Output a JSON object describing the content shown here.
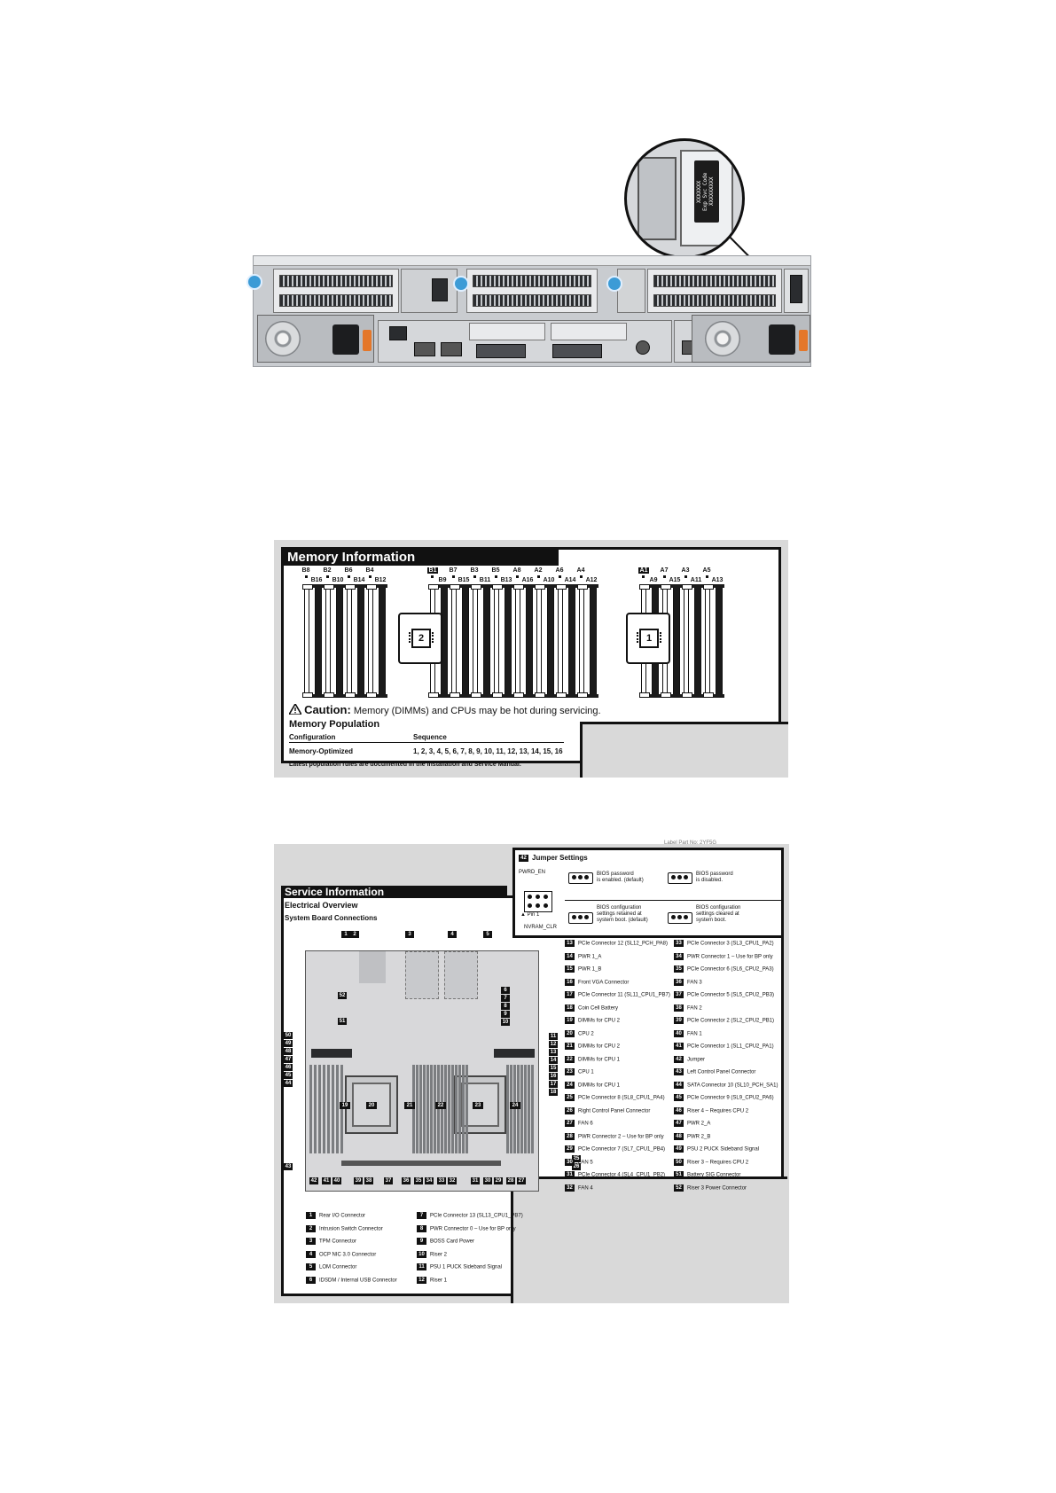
{
  "server_photo": {
    "service_tag_lines": [
      "XXXXXXX",
      "Exp Svc Code",
      "XXXXXXXXX"
    ]
  },
  "memory": {
    "title": "Memory Information",
    "cpu2_label": "2",
    "cpu1_label": "1",
    "slots_top": [
      {
        "label": "B8",
        "boxed": false
      },
      {
        "label": "B2",
        "boxed": false
      },
      {
        "label": "B6",
        "boxed": false
      },
      {
        "label": "B4",
        "boxed": false
      },
      {
        "label": "B1",
        "boxed": true
      },
      {
        "label": "B7",
        "boxed": false
      },
      {
        "label": "B3",
        "boxed": false
      },
      {
        "label": "B5",
        "boxed": false
      },
      {
        "label": "A8",
        "boxed": false
      },
      {
        "label": "A2",
        "boxed": false
      },
      {
        "label": "A6",
        "boxed": false
      },
      {
        "label": "A4",
        "boxed": false
      },
      {
        "label": "A1",
        "boxed": true
      },
      {
        "label": "A7",
        "boxed": false
      },
      {
        "label": "A3",
        "boxed": false
      },
      {
        "label": "A5",
        "boxed": false
      }
    ],
    "slots_bottom": [
      "B16",
      "B10",
      "B14",
      "B12",
      "B9",
      "B15",
      "B11",
      "B13",
      "A16",
      "A10",
      "A14",
      "A12",
      "A9",
      "A15",
      "A11",
      "A13"
    ],
    "caution_word": "Caution:",
    "caution_text": "Memory (DIMMs) and CPUs may be hot during servicing.",
    "population_heading": "Memory Population",
    "col_config": "Configuration",
    "col_sequence": "Sequence",
    "row_config": "Memory-Optimized",
    "row_sequence": "1, 2, 3, 4, 5, 6, 7, 8, 9, 10, 11, 12, 13, 14, 15, 16",
    "footer": "Latest population rules are documented in the Installation and Service Manual."
  },
  "service": {
    "title": "Service Information",
    "electrical": "Electrical Overview",
    "board_connections": "System Board Connections",
    "label_part_no": "Label Part No: 2YF5G",
    "jumper": {
      "number": "42",
      "title": "Jumper Settings",
      "pwrd_en": "PWRD_EN",
      "pin1": "Pin 1",
      "nvram": "NVRAM_CLR",
      "bios_pw_enabled_a": "BIOS password",
      "bios_pw_enabled_b": "is enabled. (default)",
      "bios_pw_disabled_a": "BIOS password",
      "bios_pw_disabled_b": "is disabled.",
      "bios_cfg_retained_a": "BIOS configuration",
      "bios_cfg_retained_b": "settings retained at",
      "bios_cfg_retained_c": "system boot. (default)",
      "bios_cfg_cleared_a": "BIOS configuration",
      "bios_cfg_cleared_b": "settings cleared at",
      "bios_cfg_cleared_c": "system boot."
    },
    "legend_col1": [
      {
        "n": "13",
        "t": "PCIe Connector 12 (SL12_PCH_PA8)"
      },
      {
        "n": "14",
        "t": "PWR 1_A"
      },
      {
        "n": "15",
        "t": "PWR 1_B"
      },
      {
        "n": "16",
        "t": "Front VGA Connector"
      },
      {
        "n": "17",
        "t": "PCIe Connector 11 (SL11_CPU1_PB7)"
      },
      {
        "n": "18",
        "t": "Coin Cell Battery"
      },
      {
        "n": "19",
        "t": "DIMMs for CPU 2"
      },
      {
        "n": "20",
        "t": "CPU 2"
      },
      {
        "n": "21",
        "t": "DIMMs for CPU 2"
      },
      {
        "n": "22",
        "t": "DIMMs for CPU 1"
      },
      {
        "n": "23",
        "t": "CPU 1"
      },
      {
        "n": "24",
        "t": "DIMMs for CPU 1"
      },
      {
        "n": "25",
        "t": "PCIe Connector 8 (SL8_CPU1_PA4)"
      },
      {
        "n": "26",
        "t": "Right Control Panel Connector"
      },
      {
        "n": "27",
        "t": "FAN 6"
      },
      {
        "n": "28",
        "t": "PWR Connector 2 – Use for BP only"
      },
      {
        "n": "29",
        "t": "PCIe Connector 7 (SL7_CPU1_PB4)"
      },
      {
        "n": "30",
        "t": "FAN 5"
      },
      {
        "n": "31",
        "t": "PCIe Connector 4 (SL4_CPU1_PB2)"
      },
      {
        "n": "32",
        "t": "FAN 4"
      }
    ],
    "legend_col2": [
      {
        "n": "33",
        "t": "PCIe Connector 3 (SL3_CPU1_PA2)"
      },
      {
        "n": "34",
        "t": "PWR Connector 1 – Use for BP only"
      },
      {
        "n": "35",
        "t": "PCIe Connector 6 (SL6_CPU2_PA3)"
      },
      {
        "n": "36",
        "t": "FAN 3"
      },
      {
        "n": "37",
        "t": "PCIe Connector 5 (SL5_CPU2_PB3)"
      },
      {
        "n": "38",
        "t": "FAN 2"
      },
      {
        "n": "39",
        "t": "PCIe Connector 2 (SL2_CPU2_PB1)"
      },
      {
        "n": "40",
        "t": "FAN 1"
      },
      {
        "n": "41",
        "t": "PCIe Connector 1 (SL1_CPU2_PA1)"
      },
      {
        "n": "42",
        "t": "Jumper"
      },
      {
        "n": "43",
        "t": "Left Control Panel Connector"
      },
      {
        "n": "44",
        "t": "SATA Connector 10 (SL10_PCH_SA1)"
      },
      {
        "n": "45",
        "t": "PCIe Connector 9 (SL9_CPU2_PA6)"
      },
      {
        "n": "46",
        "t": "Riser 4 – Requires CPU 2"
      },
      {
        "n": "47",
        "t": "PWR 2_A"
      },
      {
        "n": "48",
        "t": "PWR 2_B"
      },
      {
        "n": "49",
        "t": "PSU 2 PUCK Sideband Signal"
      },
      {
        "n": "50",
        "t": "Riser 3 – Requires CPU 2"
      },
      {
        "n": "51",
        "t": "Battery SIG Connector"
      },
      {
        "n": "52",
        "t": "Riser 3 Power Connector"
      }
    ],
    "legend_bottom1": [
      {
        "n": "1",
        "t": "Rear I/O Connector"
      },
      {
        "n": "2",
        "t": "Intrusion Switch Connector"
      },
      {
        "n": "3",
        "t": "TPM Connector"
      },
      {
        "n": "4",
        "t": "OCP NIC 3.0 Connector"
      },
      {
        "n": "5",
        "t": "LOM Connector"
      },
      {
        "n": "6",
        "t": "IDSDM / Internal USB Connector"
      }
    ],
    "legend_bottom2": [
      {
        "n": "7",
        "t": "PCIe Connector 13 (SL13_CPU1_PB7)"
      },
      {
        "n": "8",
        "t": "PWR Connector 0 – Use for BP only"
      },
      {
        "n": "9",
        "t": "BOSS Card Power"
      },
      {
        "n": "10",
        "t": "Riser 2"
      },
      {
        "n": "11",
        "t": "PSU 1 PUCK Sideband Signal"
      },
      {
        "n": "12",
        "t": "Riser 1"
      }
    ],
    "callouts_top": [
      "1",
      "2",
      "3",
      "4",
      "5"
    ],
    "callouts_right": [
      "6",
      "7",
      "8",
      "9",
      "10",
      "11",
      "12",
      "13",
      "14",
      "15",
      "16",
      "17",
      "18"
    ],
    "callouts_left": [
      "50",
      "49",
      "48",
      "47",
      "46",
      "45",
      "44"
    ],
    "callouts_bottom": [
      "42",
      "41",
      "40",
      "39",
      "38",
      "37",
      "36",
      "35",
      "34",
      "33",
      "32",
      "31",
      "30",
      "29",
      "28",
      "27"
    ],
    "callouts_misc": {
      "c52": "52",
      "c51": "51",
      "c43": "43",
      "c25": "25",
      "c26": "26"
    },
    "board_labels": {
      "b19": "19",
      "b20": "20",
      "b21": "21",
      "b22": "22",
      "b23": "23",
      "b24": "24"
    }
  }
}
